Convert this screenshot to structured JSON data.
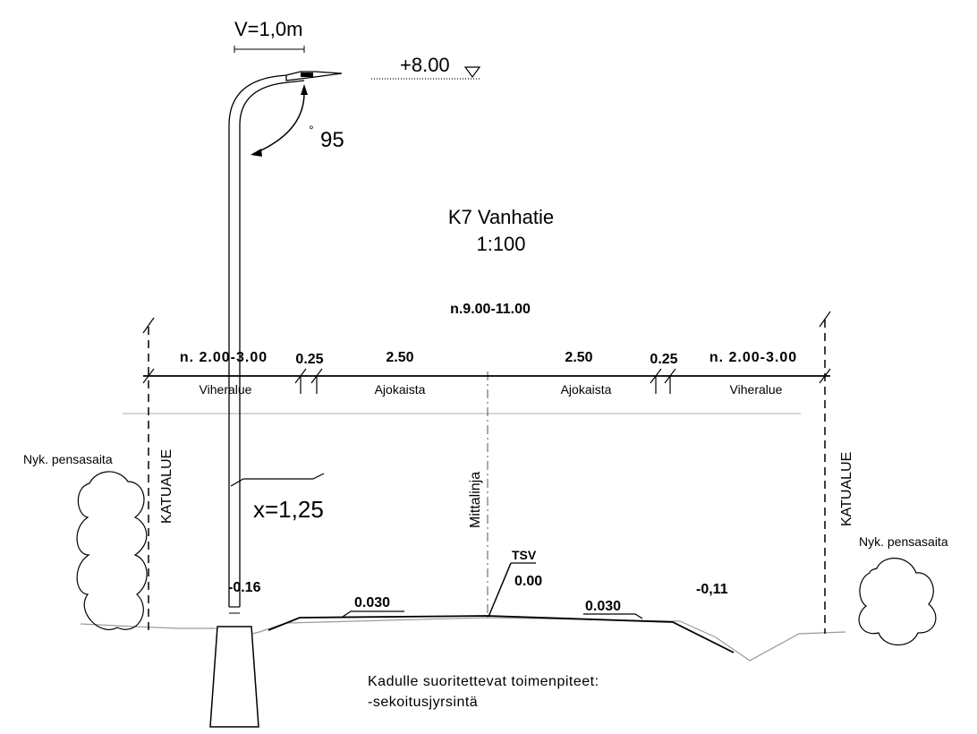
{
  "title": "K7 Vanhatie",
  "scale": "1:100",
  "total_width_label": "n.9.00-11.00",
  "light": {
    "overhang_label": "V=1,0m",
    "height_label": "+8.00",
    "angle_label": "95",
    "angle_degree_mark": "°",
    "offset_label": "x=1,25"
  },
  "dimensions": [
    "n. 2.00-3.00",
    "0.25",
    "2.50",
    "2.50",
    "0.25",
    "n. 2.00-3.00"
  ],
  "zones": [
    "Viheralue",
    "Ajokaista",
    "Ajokaista",
    "Viheralue"
  ],
  "boundary_labels": {
    "left": "KATUALUE",
    "right": "KATUALUE"
  },
  "centerline_label": "Mittalinja",
  "hedge_labels": {
    "left": "Nyk. pensasaita",
    "right": "Nyk. pensasaita"
  },
  "elevations": {
    "left_edge": "-0.16",
    "right_edge": "-0,11",
    "tsv_label": "TSV",
    "tsv_value": "0.00"
  },
  "slopes": {
    "left": "0.030",
    "right": "0.030"
  },
  "notes": {
    "heading": "Kadulle suoritettevat toimenpiteet:",
    "item": "-sekoitusjyrsintä"
  },
  "colors": {
    "line": "#000000",
    "ground": "#9a9a9a",
    "reference_line": "#c8c8c8"
  }
}
